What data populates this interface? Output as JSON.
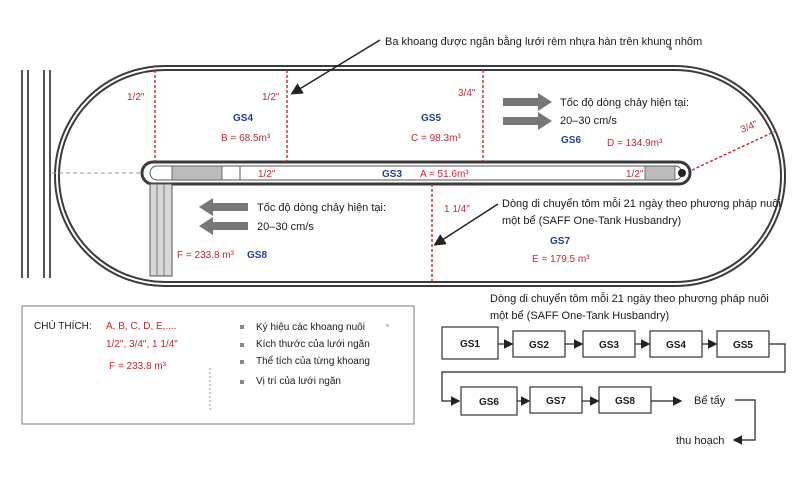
{
  "top_note": "Ba khoang được ngăn bằng lưới rèm nhựa hàn trên khung nhôm",
  "sections": {
    "gs4": {
      "name": "GS4",
      "volume": "B = 68.5m³"
    },
    "gs5": {
      "name": "GS5",
      "volume": "C = 98.3m³"
    },
    "gs6": {
      "name": "GS6",
      "volume": "D = 134.9m³"
    },
    "gs3": {
      "name": "GS3",
      "volume": "A = 51.6m³"
    },
    "gs7": {
      "name": "GS7",
      "volume": "E = 179.5 m³"
    },
    "gs8": {
      "name": "GS8",
      "volume": "F = 233.8 m³"
    }
  },
  "mesh_sizes": {
    "left_top": "1/2\"",
    "gs4_right": "1/2\"",
    "gs5_right": "3/4\"",
    "right_curve": "3/4\"",
    "inner_left": "1/2\"",
    "inner_right": "1/2\"",
    "bottom_mid": "1 1/4\""
  },
  "flow_top": {
    "line1": "Tốc độ dòng chảy hiện tại:",
    "line2": "20–30 cm/s"
  },
  "flow_bottom": {
    "line1": "Tốc độ dòng chảy hiện tại:",
    "line2": "20–30 cm/s"
  },
  "movement_note": {
    "line1": "Dòng di chuyển tôm mỗi 21 ngày theo phương pháp nuôi",
    "line2": "một bể (SAFF One-Tank Husbandry)"
  },
  "legend": {
    "title": "CHÚ THÍCH:",
    "items": [
      {
        "symbol": "A, B, C, D, E,....",
        "description": "Ký hiệu các khoang nuôi"
      },
      {
        "symbol": "1/2\", 3/4\", 1 1/4\"",
        "description": "Kích thước của lưới ngăn"
      },
      {
        "symbol": "F = 233.8 m³",
        "description": "Thể tích của từng khoang"
      },
      {
        "symbol": "",
        "description": "Vị trí của lưới ngăn"
      }
    ]
  },
  "flow_diagram": {
    "title_line1": "Dòng di chuyển tôm mỗi 21 ngày theo phương pháp nuôi",
    "title_line2": "một bể (SAFF One-Tank Husbandry)",
    "row1": [
      "GS1",
      "GS2",
      "GS3",
      "GS4",
      "GS5"
    ],
    "row2": [
      "GS6",
      "GS7",
      "GS8"
    ],
    "end1": "Bể tẩy",
    "end2": "thu hoạch"
  },
  "colors": {
    "red": "#c4282f",
    "blue": "#1f3f8c",
    "outline": "#3a3a3a"
  }
}
